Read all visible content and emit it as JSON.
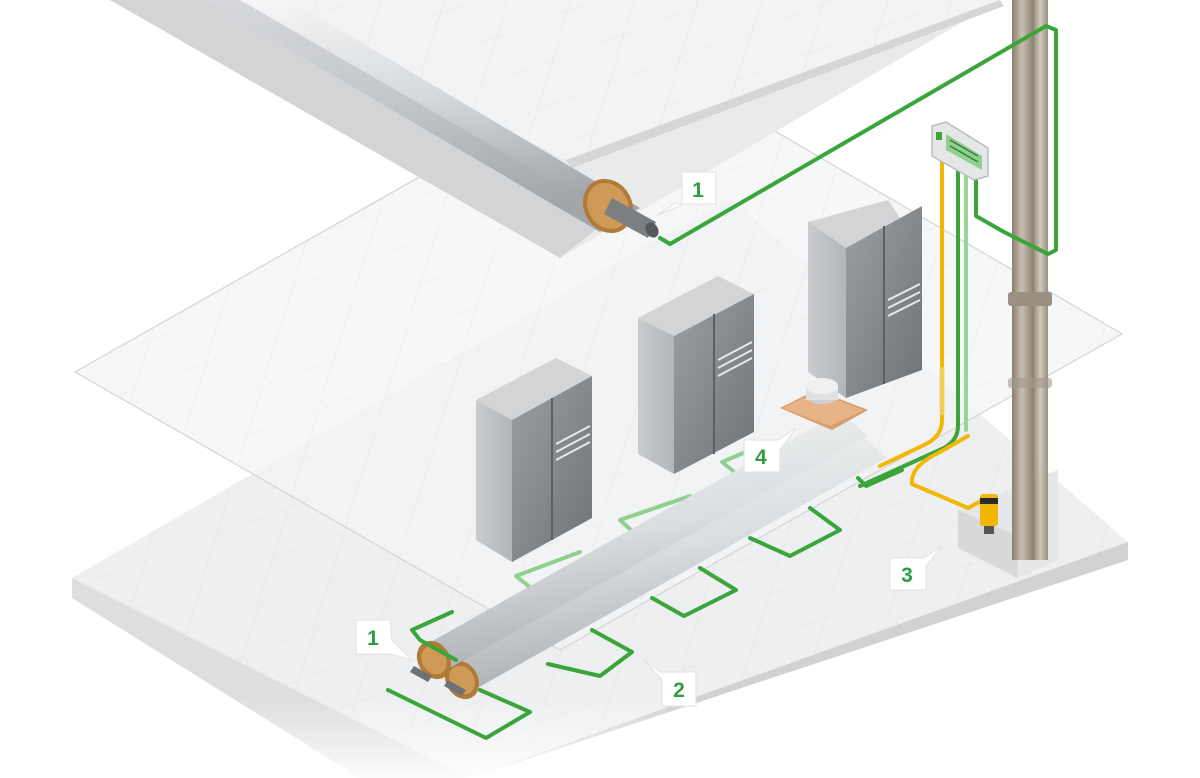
{
  "colors": {
    "heating_cable": "#3aa53a",
    "heating_cable_light": "#8fd08f",
    "power_cable": "#f2b705",
    "power_cable_light": "#f5dc8a",
    "label_text": "#2e9e3e",
    "cabinet": "#8a8d90",
    "pipe_insulation": "#e4e6e8",
    "pipe_core": "#6e7275",
    "insulation_foam": "#c9924b"
  },
  "callouts": [
    {
      "id": "pipe-ceiling",
      "text": "1"
    },
    {
      "id": "pipe-floor",
      "text": "1"
    },
    {
      "id": "heating-cable",
      "text": "2"
    },
    {
      "id": "connection-box",
      "text": "3"
    },
    {
      "id": "end-seal",
      "text": "4"
    }
  ],
  "icons": {
    "controller": "control-panel-icon",
    "junction": "junction-box-icon",
    "sensor": "thermostat-sensor-icon"
  }
}
